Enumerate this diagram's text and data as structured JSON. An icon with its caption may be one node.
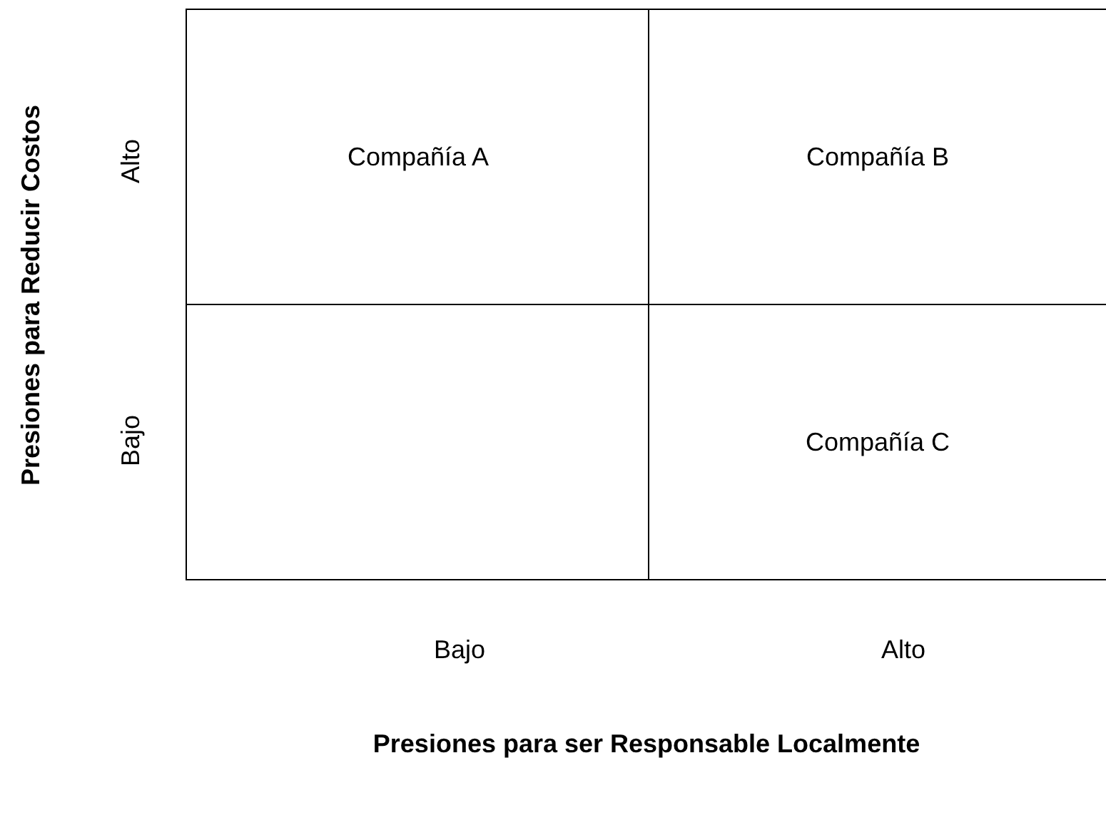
{
  "diagram": {
    "nodes": [
      {
        "text": [
          "Compañía A"
        ]
      },
      {
        "text": [
          "Compañía B"
        ]
      },
      {
        "text": [],
        "shape": "box"
      },
      {
        "text": [
          "Compañía C"
        ]
      }
    ],
    "labels": [
      "Presiones para Reducir Costos",
      "Alto",
      "Bajo",
      "Bajo",
      "Alto",
      "Presiones para ser Responsable Localmente"
    ]
  }
}
